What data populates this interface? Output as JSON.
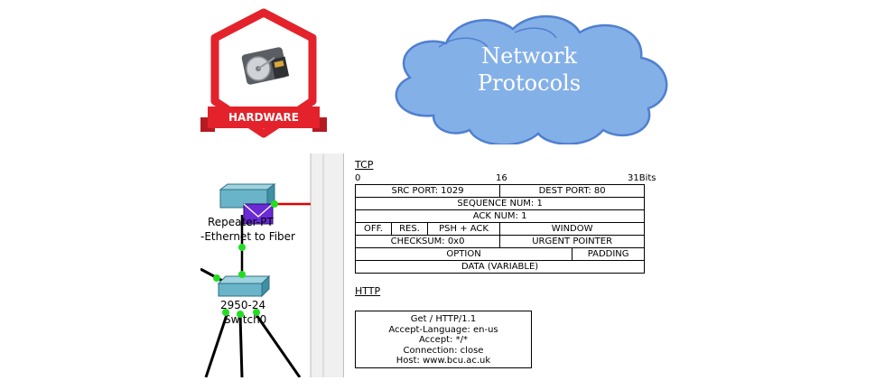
{
  "badge": {
    "label": "HARDWARE",
    "color": "#e3222b"
  },
  "cloud": {
    "line1": "Network",
    "line2": "Protocols",
    "fill": "#84b0e8",
    "stroke": "#4f7fcf"
  },
  "network": {
    "devices": [
      {
        "name": "Repeater-PT",
        "label_line1": "Repeater-PT",
        "label_line2": "-Ethernet to Fiber"
      },
      {
        "name": "2950-24",
        "label_line1": "2950-24",
        "label_line2": "Switch0"
      }
    ],
    "link_colors": {
      "fiber": "#e00000",
      "copper": "#000000",
      "port_up": "#22dd22"
    }
  },
  "pdu": {
    "tcp": {
      "title": "TCP",
      "bits": {
        "start": "0",
        "mid": "16",
        "end": "31Bits"
      },
      "rows": [
        [
          {
            "text": "SRC PORT: 1029",
            "span": 16
          },
          {
            "text": "DEST PORT: 80",
            "span": 16
          }
        ],
        [
          {
            "text": "SEQUENCE NUM: 1",
            "span": 32
          }
        ],
        [
          {
            "text": "ACK NUM: 1",
            "span": 32
          }
        ],
        [
          {
            "text": "OFF.",
            "span": 4
          },
          {
            "text": "RES.",
            "span": 4
          },
          {
            "text": "PSH + ACK",
            "span": 8
          },
          {
            "text": "WINDOW",
            "span": 16
          }
        ],
        [
          {
            "text": "CHECKSUM: 0x0",
            "span": 16
          },
          {
            "text": "URGENT POINTER",
            "span": 16
          }
        ],
        [
          {
            "text": "OPTION",
            "span": 24
          },
          {
            "text": "PADDING",
            "span": 8
          }
        ],
        [
          {
            "text": "DATA (VARIABLE)",
            "span": 32
          }
        ]
      ]
    },
    "http": {
      "title": "HTTP",
      "lines": [
        "Get / HTTP/1.1",
        "Accept-Language:  en-us",
        "Accept:  */*",
        "Connection: close",
        "Host: www.bcu.ac.uk"
      ]
    }
  }
}
